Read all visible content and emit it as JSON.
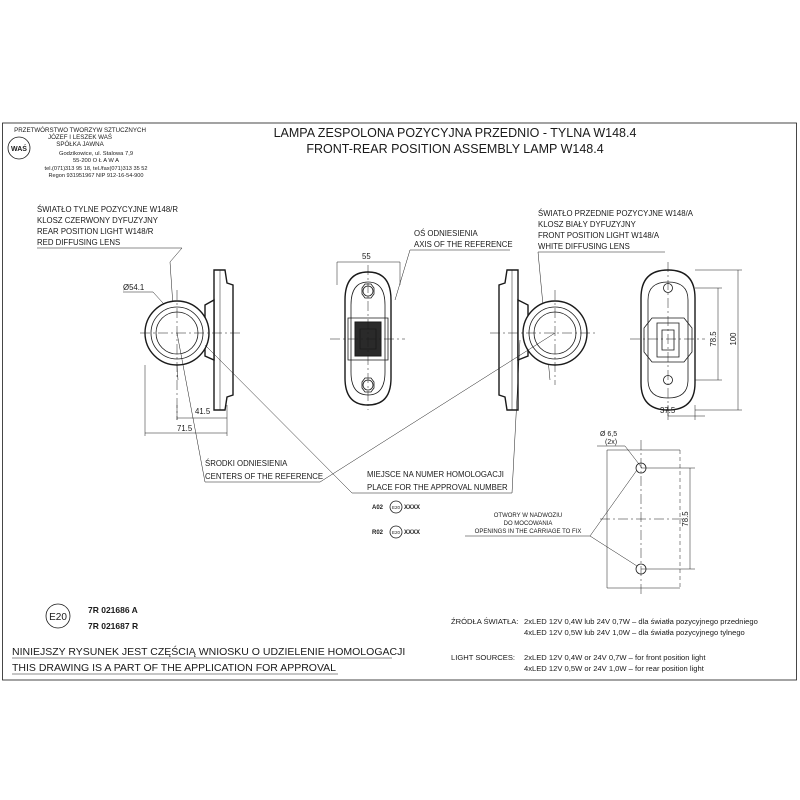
{
  "company": {
    "name_line1": "PRZETWÓRSTWO TWORZYW SZTUCZNYCH",
    "name_line2": "JÓZEF I LESZEK WAŚ",
    "name_line3": "SPÓŁKA JAWNA",
    "address1": "Godzikowice, ul. Stalowa 7,9",
    "address2": "55-200  O Ł A W A",
    "phone": "tel.(071)313 95 18, tel./fax(071)313 35 52",
    "regon": "Regon 931951967 NIP 912-16-54-900",
    "logo_text": "WAŚ"
  },
  "title": {
    "pl": "LAMPA ZESPOLONA POZYCYJNA PRZEDNIO - TYLNA W148.4",
    "en": "FRONT-REAR POSITION ASSEMBLY LAMP W148.4"
  },
  "labels": {
    "rear_pl1": "ŚWIATŁO TYLNE POZYCYJNE W148/R",
    "rear_pl2": "KLOSZ  CZERWONY DYFUZYJNY",
    "rear_en1": "REAR POSITION LIGHT W148/R",
    "rear_en2": "RED DIFFUSING LENS",
    "axis_pl": "OŚ ODNIESIENIA",
    "axis_en": "AXIS OF THE REFERENCE",
    "front_pl1": "ŚWIATŁO PRZEDNIE POZYCYJNE W148/A",
    "front_pl2": "KLOSZ  BIAŁY DYFUZYJNY",
    "front_en1": "FRONT POSITION LIGHT W148/A",
    "front_en2": "WHITE DIFFUSING LENS",
    "centers_pl": "ŚRODKI ODNIESIENIA",
    "centers_en": "CENTERS OF THE REFERENCE",
    "approval_pl": "MIEJSCE NA NUMER HOMOLOGACJI",
    "approval_en": "PLACE FOR THE APPROVAL NUMBER",
    "holes_pl1": "OTWORY W NADWOZIU",
    "holes_pl2": "DO MOCOWANIA",
    "holes_en": "OPENINGS IN THE CARRIAGE TO FIX"
  },
  "dimensions": {
    "d54": "Ø54.1",
    "d41": "41.5",
    "d71": "71.5",
    "d55": "55",
    "d785a": "78.5",
    "d100": "100",
    "d375": "37.5",
    "d65": "Ø 6,5",
    "d2x": "(2x)",
    "d785b": "78.5"
  },
  "marks": {
    "a02_prefix": "A02",
    "r02_prefix": "R02",
    "e_code": "E20",
    "suffix": "XXXX",
    "big_e": "E20",
    "approval1": "7R 021686 A",
    "approval2": "7R 021687 R"
  },
  "sources": {
    "pl_title": "ŹRÓDŁA ŚWIATŁA:",
    "pl_line1": "2xLED 12V 0,4W lub 24V 0,7W – dla światła pozycyjnego przedniego",
    "pl_line2": "4xLED 12V 0,5W lub 24V 1,0W – dla światła pozycyjnego tylnego",
    "en_title": "LIGHT SOURCES:",
    "en_line1": "2xLED 12V 0,4W or 24V 0,7W – for front position light",
    "en_line2": "4xLED 12V 0,5W or 24V 1,0W – for rear position light"
  },
  "footer": {
    "pl": "NINIEJSZY RYSUNEK JEST CZĘŚCIĄ WNIOSKU O  UDZIELENIE HOMOLOGACJI",
    "en": "THIS DRAWING IS A PART OF THE APPLICATION FOR  APPROVAL"
  }
}
